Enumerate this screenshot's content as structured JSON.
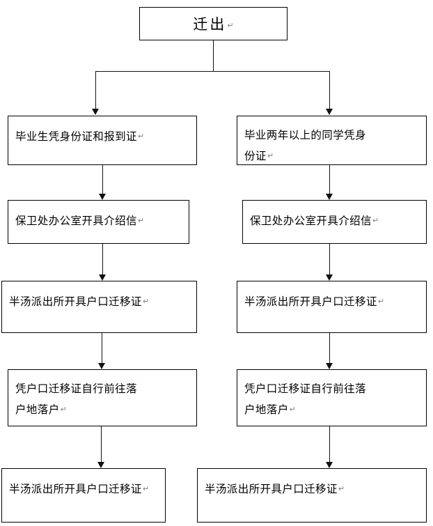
{
  "diagram": {
    "title": "迁出",
    "title_mark": "↵",
    "paragraph_mark": "↵",
    "line_color": "#111111",
    "box_border_color": "#000000",
    "background_color": "#ffffff",
    "text_color": "#000000"
  },
  "root": {
    "label": "迁出",
    "mark": "↵"
  },
  "branches": [
    {
      "name": "left-branch",
      "steps": [
        {
          "lines": [
            "毕业生凭身份证和报到证"
          ],
          "mark": "↵"
        },
        {
          "lines": [
            "保卫处办公室开具介绍信"
          ],
          "mark": "↵"
        },
        {
          "lines": [
            "半汤派出所开具户口迁移证"
          ],
          "mark": "↵"
        },
        {
          "lines": [
            "凭户口迁移证自行前往落",
            "户地落户"
          ],
          "mark": "↵"
        },
        {
          "lines": [
            "半汤派出所开具户口迁移证"
          ],
          "mark": "↵"
        }
      ]
    },
    {
      "name": "right-branch",
      "steps": [
        {
          "lines": [
            "毕业两年以上的同学凭身",
            "份证"
          ],
          "mark": "↵"
        },
        {
          "lines": [
            "保卫处办公室开具介绍信"
          ],
          "mark": "↵"
        },
        {
          "lines": [
            "半汤派出所开具户口迁移证"
          ],
          "mark": "↵"
        },
        {
          "lines": [
            "凭户口迁移证自行前往落",
            "户地落户"
          ],
          "mark": "↵"
        },
        {
          "lines": [
            "半汤派出所开具户口迁移证"
          ],
          "mark": "↵"
        }
      ]
    }
  ]
}
